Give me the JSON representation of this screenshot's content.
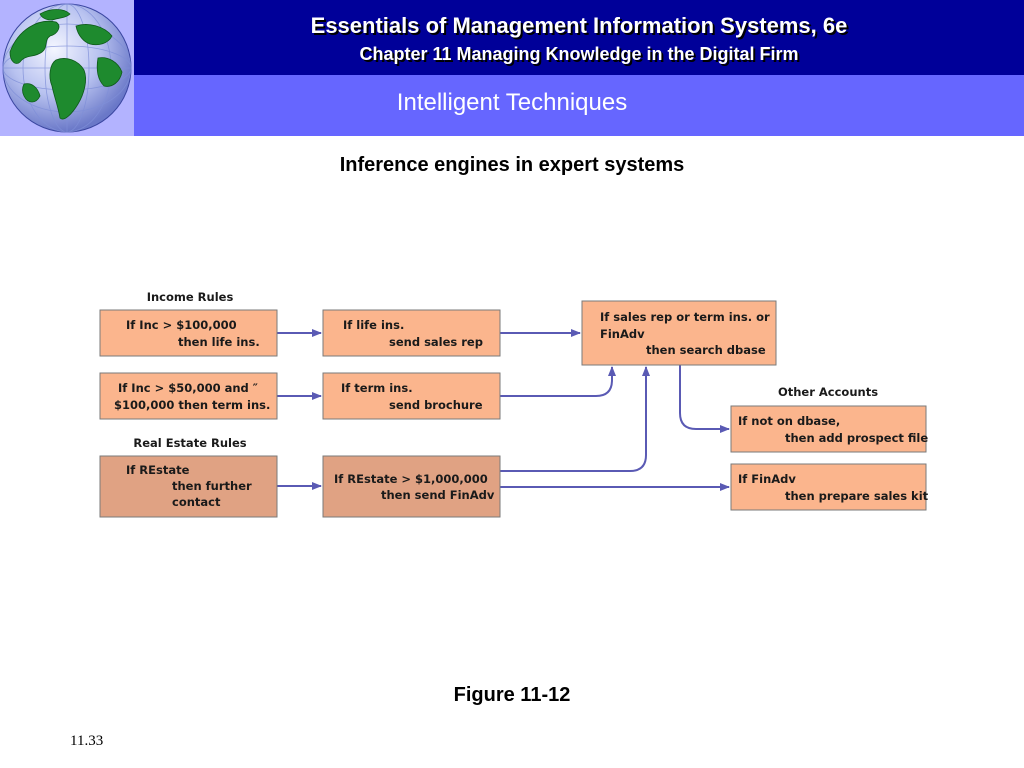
{
  "header": {
    "course_title": "Essentials of Management Information Systems, 6e",
    "chapter_title": "Chapter 11 Managing Knowledge in the Digital Firm",
    "section_title": "Intelligent Techniques"
  },
  "slide": {
    "heading": "Inference engines in expert systems",
    "caption": "Figure 11-12",
    "page_number": "11.33"
  },
  "diagram": {
    "group_labels": {
      "income_rules": "Income Rules",
      "real_estate_rules": "Real Estate Rules",
      "other_accounts": "Other Accounts"
    },
    "boxes": {
      "inc100": [
        "If Inc > $100,000",
        "then life ins."
      ],
      "inc50": [
        "If Inc > $50,000 and ″",
        "$100,000 then term ins."
      ],
      "restate": [
        "If REstate",
        "then further",
        "contact"
      ],
      "life": [
        "If life ins.",
        "send sales rep"
      ],
      "term": [
        "If term ins.",
        "send brochure"
      ],
      "restate_million": [
        "If REstate > $1,000,000",
        "then send FinAdv"
      ],
      "search": [
        "If sales rep or term ins. or",
        "FinAdv",
        "then search dbase"
      ],
      "prospect": [
        "If not on dbase,",
        "then add prospect file"
      ],
      "saleskit": [
        "If FinAdv",
        "then prepare sales kit"
      ]
    },
    "colors": {
      "light_box": "#fbb58d",
      "dark_box": "#e0a283",
      "box_border": "#7a7a7a",
      "arrow": "#5a5ab4"
    }
  }
}
